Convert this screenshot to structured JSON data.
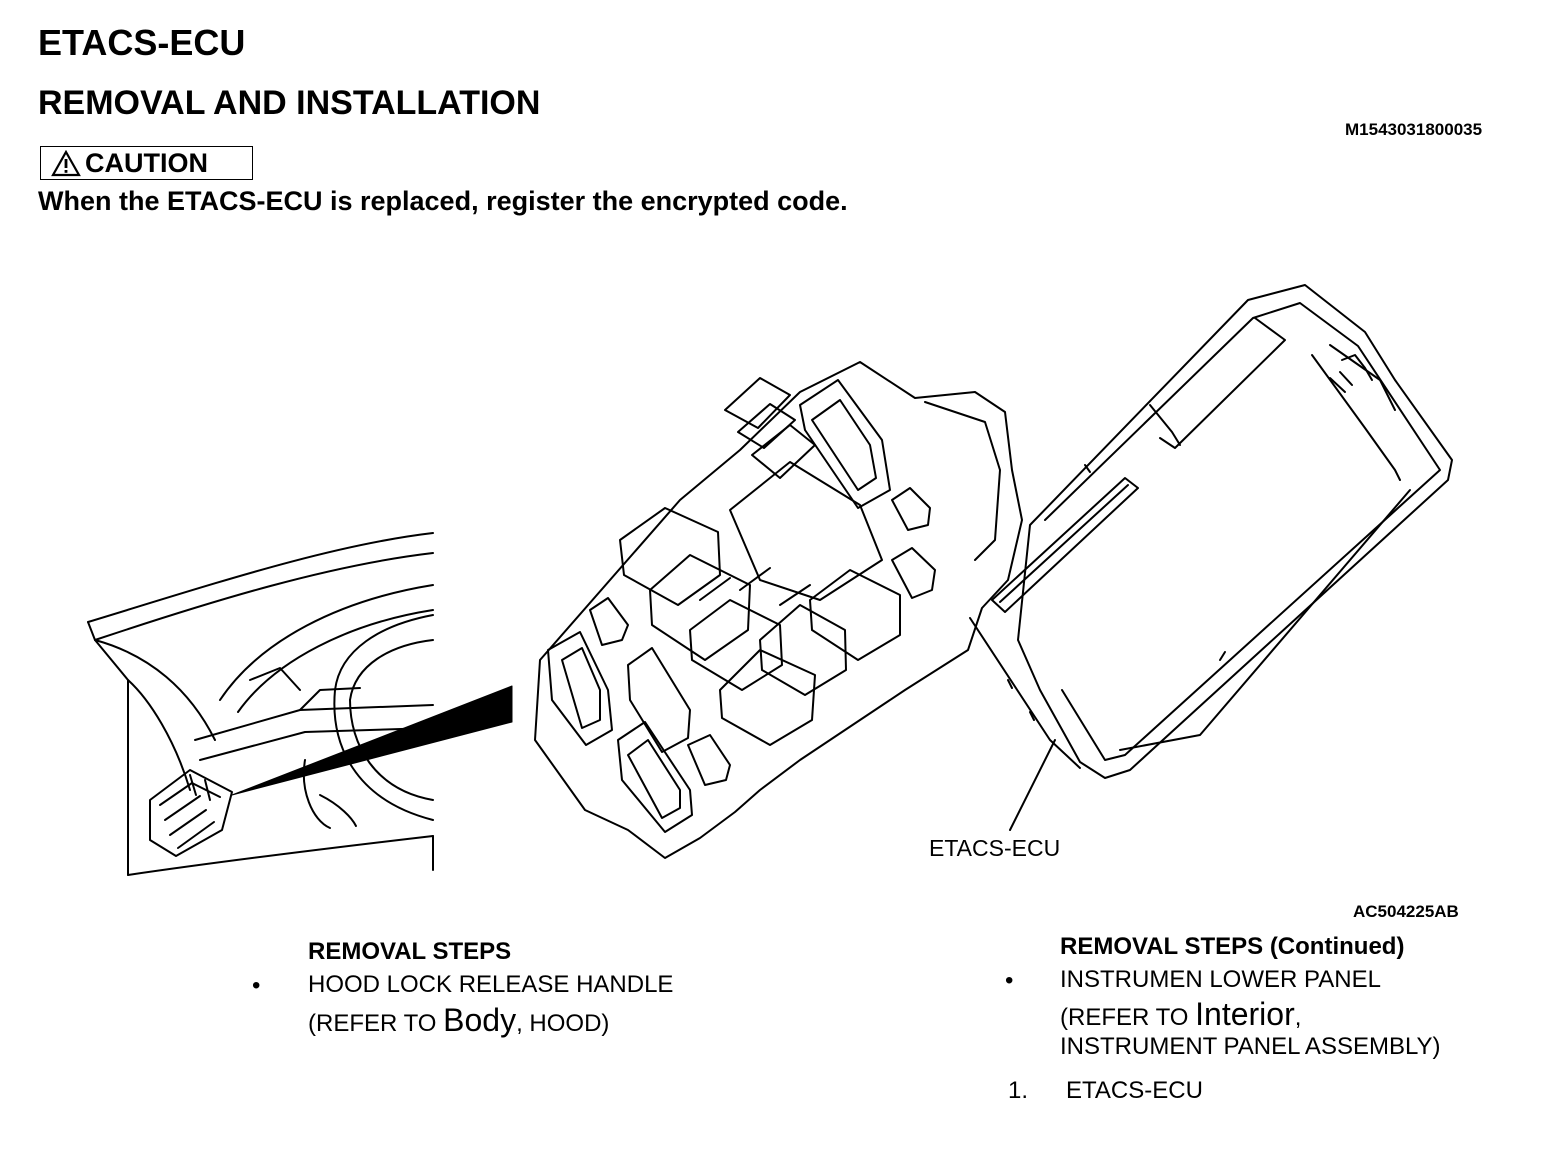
{
  "header": {
    "title": "ETACS-ECU",
    "subtitle": "REMOVAL AND INSTALLATION",
    "doc_id": "M1543031800035"
  },
  "caution": {
    "label": "CAUTION",
    "text": "When the ETACS-ECU is replaced, register the encrypted code."
  },
  "figure": {
    "part_label": "ETACS-ECU",
    "figure_code": "AC504225AB"
  },
  "removal_steps": {
    "heading": "REMOVAL STEPS",
    "bullet": "•",
    "item_line1": "HOOD LOCK RELEASE HANDLE",
    "ref_prefix": "(REFER TO ",
    "ref_group": "Body",
    "ref_suffix": ", HOOD)"
  },
  "removal_steps_continued": {
    "heading": "REMOVAL STEPS (Continued)",
    "bullet": "•",
    "item_line1": "INSTRUMEN LOWER PANEL",
    "ref_prefix": "(REFER TO ",
    "ref_group": "Interior",
    "ref_suffix": ",",
    "ref_line2": "INSTRUMENT PANEL ASSEMBLY)",
    "numbered_index": "1.",
    "numbered_label": "ETACS-ECU"
  }
}
